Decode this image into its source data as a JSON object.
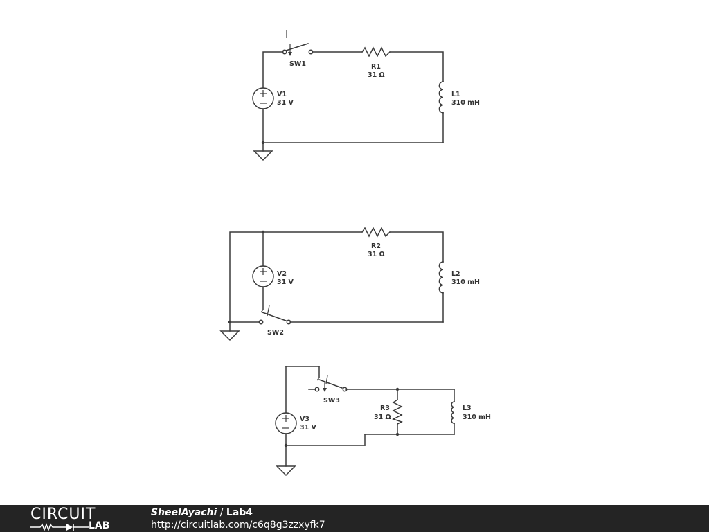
{
  "circuits": [
    {
      "source": {
        "name": "V1",
        "value": "31 V"
      },
      "switch": {
        "name": "SW1"
      },
      "resistor": {
        "name": "R1",
        "value": "31 Ω"
      },
      "inductor": {
        "name": "L1",
        "value": "310 mH"
      }
    },
    {
      "source": {
        "name": "V2",
        "value": "31 V"
      },
      "switch": {
        "name": "SW2"
      },
      "resistor": {
        "name": "R2",
        "value": "31 Ω"
      },
      "inductor": {
        "name": "L2",
        "value": "310 mH"
      }
    },
    {
      "source": {
        "name": "V3",
        "value": "31 V"
      },
      "switch": {
        "name": "SW3"
      },
      "resistor": {
        "name": "R3",
        "value": "31 Ω"
      },
      "inductor": {
        "name": "L3",
        "value": "310 mH"
      }
    }
  ],
  "footer": {
    "logo_top": "CIRCUIT",
    "logo_bottom": "LAB",
    "author": "SheelAyachi",
    "separator": " / ",
    "title": "Lab4",
    "url": "http://circuitlab.com/c6q8g3zzxyfk7",
    "background_color": "#242424"
  }
}
